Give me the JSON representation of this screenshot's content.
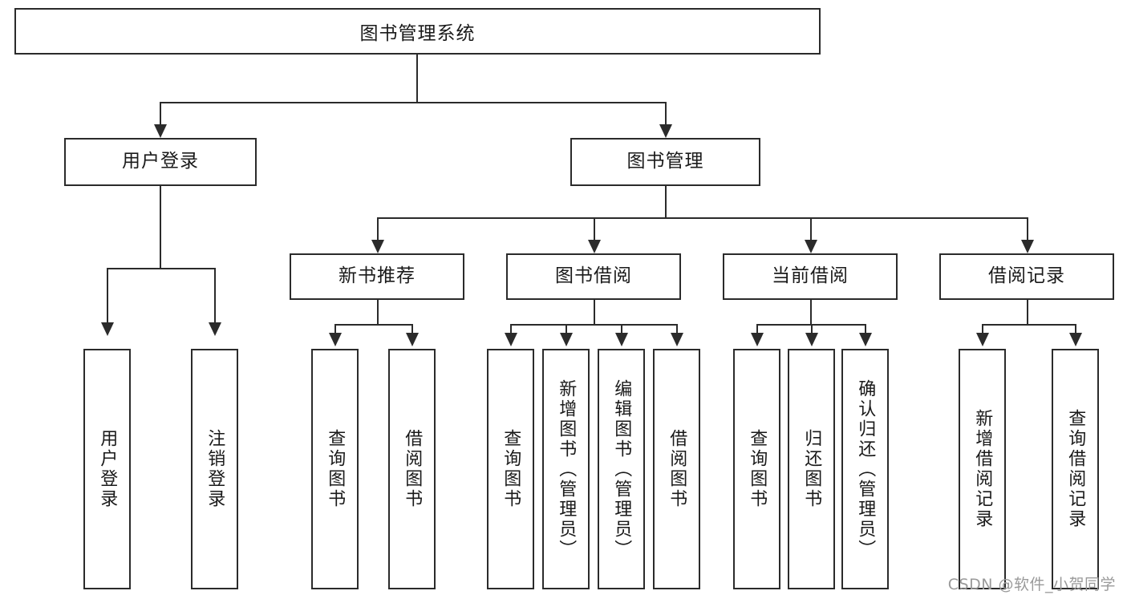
{
  "diagram": {
    "title": "图书管理系统",
    "type": "tree",
    "watermark": "CSDN @软件_小贺同学",
    "colors": {
      "stroke": "#2b2b2b",
      "fill": "#ffffff",
      "text": "#1a1a1a",
      "watermark": "#9a9a9a"
    },
    "root": {
      "label": "图书管理系统"
    },
    "level2": [
      {
        "label": "用户登录"
      },
      {
        "label": "图书管理"
      }
    ],
    "level3": [
      {
        "label": "新书推荐"
      },
      {
        "label": "图书借阅"
      },
      {
        "label": "当前借阅"
      },
      {
        "label": "借阅记录"
      }
    ],
    "leaves": {
      "user_login": [
        {
          "label": "用户登录"
        },
        {
          "label": "注销登录"
        }
      ],
      "new_book": [
        {
          "label": "查询图书"
        },
        {
          "label": "借阅图书"
        }
      ],
      "book_borrow": [
        {
          "label": "查询图书"
        },
        {
          "label": "新增图书（管理员）"
        },
        {
          "label": "编辑图书（管理员）"
        },
        {
          "label": "借阅图书"
        }
      ],
      "current_borrow": [
        {
          "label": "查询图书"
        },
        {
          "label": "归还图书"
        },
        {
          "label": "确认归还（管理员）"
        }
      ],
      "borrow_record": [
        {
          "label": "新增借阅记录"
        },
        {
          "label": "查询借阅记录"
        }
      ]
    }
  }
}
